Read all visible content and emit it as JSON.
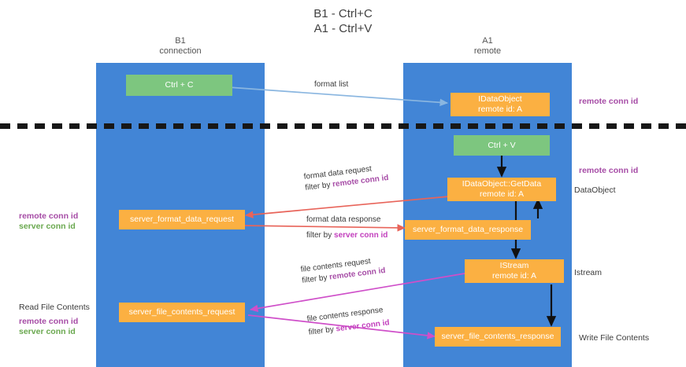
{
  "title": "B1 - Ctrl+C\nA1 - Ctrl+V",
  "columns": {
    "left": {
      "label": "B1\nconnection"
    },
    "right": {
      "label": "A1\nremote"
    }
  },
  "nodes": {
    "ctrl_c": {
      "label": "Ctrl + C"
    },
    "idataobject": {
      "label": "IDataObject\nremote id: A"
    },
    "ctrl_v": {
      "label": "Ctrl + V"
    },
    "idataobject_getdata": {
      "label": "IDataObject::GetData\nremote id: A"
    },
    "server_format_data_request": {
      "label": "server_format_data_request"
    },
    "server_format_data_response": {
      "label": "server_format_data_response"
    },
    "istream": {
      "label": "IStream\nremote id: A"
    },
    "server_file_contents_request": {
      "label": "server_file_contents_request"
    },
    "server_file_contents_response": {
      "label": "server_file_contents_response"
    }
  },
  "edges": {
    "format_list": {
      "label": "format list"
    },
    "format_data_request": {
      "line1": "format data request",
      "line2_prefix": "filter by ",
      "line2_key": "remote conn id"
    },
    "format_data_response": {
      "line1": "format data response",
      "line2_prefix": "filter by ",
      "line2_key": "server conn id"
    },
    "file_contents_request": {
      "line1": "file contents request",
      "line2_prefix": "filter by ",
      "line2_key": "remote conn id"
    },
    "file_contents_response": {
      "line1": "file contents response",
      "line2_prefix": "filter by ",
      "line2_key": "server conn id"
    }
  },
  "annotations": {
    "right_remote_conn_id_top": "remote conn id",
    "right_remote_conn_id_mid": "remote conn id",
    "right_dataobject": "DataObject",
    "right_istream": "Istream",
    "right_write_file_contents": "Write File Contents",
    "left_remote_conn_id": "remote conn id",
    "left_server_conn_id": "server conn id",
    "left_read_file_contents": "Read File Contents",
    "left_remote_conn_id_2": "remote conn id",
    "left_server_conn_id_2": "server conn id"
  },
  "colors": {
    "lane": "#4285d6",
    "node_green": "#7dc67f",
    "node_orange": "#fbb042",
    "purple": "#a64ca6",
    "green_text": "#6aa84f",
    "magenta": "#c23fbd",
    "arrow_lightblue": "#8ab6e0",
    "arrow_red": "#e8645a",
    "arrow_magenta": "#cf4fc9",
    "arrow_black": "#1a1a1a",
    "separator": "#171717"
  }
}
